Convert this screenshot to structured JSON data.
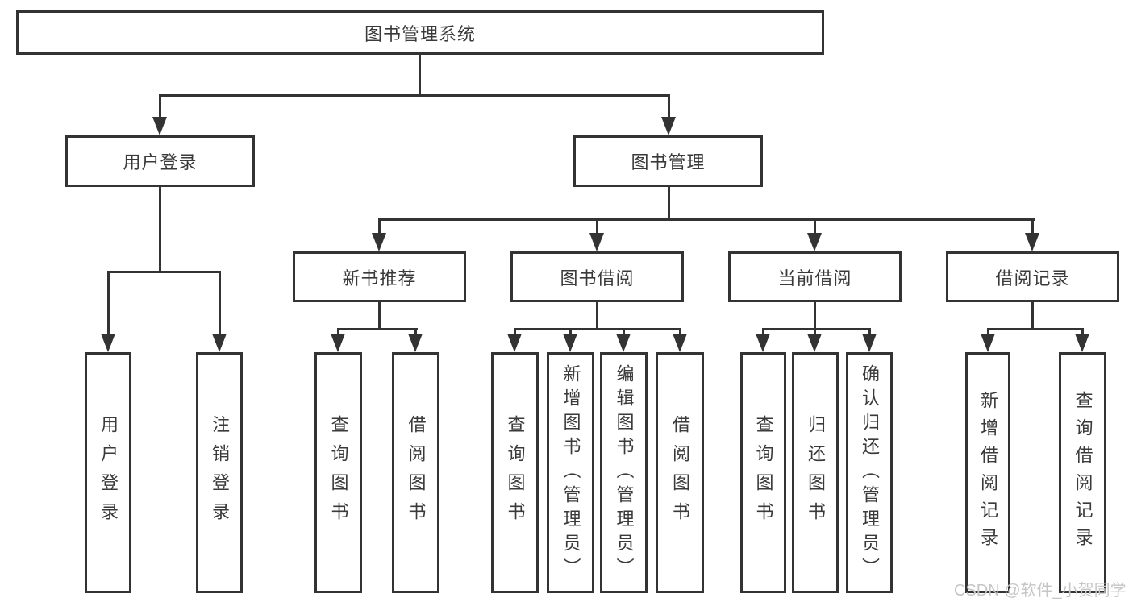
{
  "diagram": {
    "root": "图书管理系统",
    "level2": {
      "user_login": "用户登录",
      "book_management": "图书管理"
    },
    "level3": {
      "new_book_recommend": "新书推荐",
      "book_borrow": "图书借阅",
      "current_borrow": "当前借阅",
      "borrow_record": "借阅记录"
    },
    "leaves": {
      "user_login": [
        "用户登录",
        "注销登录"
      ],
      "new_book_recommend": [
        "查询图书",
        "借阅图书"
      ],
      "book_borrow": [
        "查询图书",
        "新增图书（管理员）",
        "编辑图书（管理员）",
        "借阅图书"
      ],
      "current_borrow": [
        "查询图书",
        "归还图书",
        "确认归还（管理员）"
      ],
      "borrow_record": [
        "新增借阅记录",
        "查询借阅记录"
      ]
    },
    "colors": {
      "line": "#333333",
      "text": "#3a3a3a",
      "box_fill": "#ffffff",
      "watermark": "#c6c6c6",
      "background": "#ffffff"
    }
  },
  "watermark": "CSDN @软件_小贺同学"
}
